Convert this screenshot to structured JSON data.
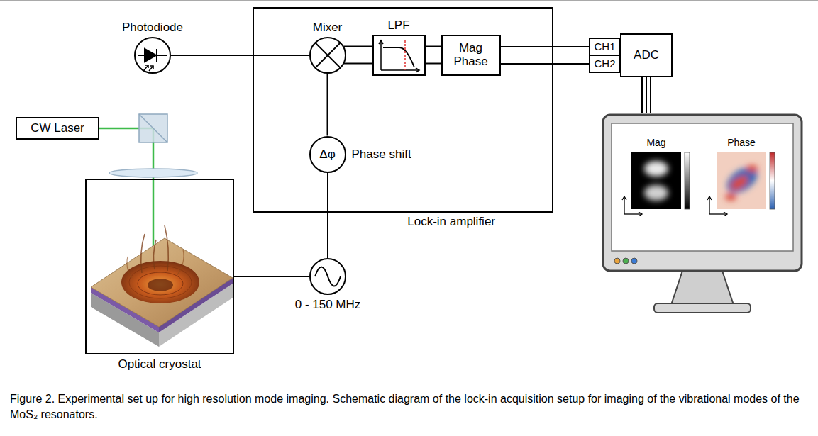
{
  "diagram": {
    "caption": "Figure 2. Experimental set up for high resolution mode imaging. Schematic diagram of the lock-in acquisition setup for imaging of the vibrational modes of the MoS₂ resonators.",
    "nodes": [
      {
        "text": [
          "Photodiode"
        ]
      },
      {
        "text": [
          "CW Laser"
        ]
      },
      {
        "text": [
          "Lock-in amplifier"
        ]
      },
      {
        "text": [
          "Mixer"
        ],
        "in": 2
      },
      {
        "text": [
          "LPF"
        ],
        "in": 2
      },
      {
        "text": [
          "Mag Phase"
        ],
        "in": 2
      },
      {
        "text": [
          "Δφ",
          "Phase shift"
        ],
        "in": 2
      },
      {
        "text": [
          "Optical cryostat"
        ]
      },
      {
        "text": [
          "0 - 150 MHz"
        ]
      },
      {
        "text": [
          "CH1"
        ]
      },
      {
        "text": [
          "CH2"
        ]
      },
      {
        "text": [
          "ADC"
        ]
      },
      {
        "text": [
          "Mag",
          "Phase"
        ]
      }
    ],
    "edges": [
      {
        "from": 0,
        "to": 3,
        "arrow": "none"
      },
      {
        "from": 3,
        "to": 4,
        "arrow": "none"
      },
      {
        "from": 3,
        "to": 4,
        "arrow": "none"
      },
      {
        "from": 4,
        "to": 5,
        "arrow": "none"
      },
      {
        "from": 4,
        "to": 5,
        "arrow": "none"
      },
      {
        "from": 5,
        "to": 9,
        "arrow": "none"
      },
      {
        "from": 5,
        "to": 10,
        "arrow": "none"
      },
      {
        "from": 6,
        "to": 3,
        "arrow": "none"
      },
      {
        "from": 8,
        "to": 6,
        "arrow": "none"
      },
      {
        "from": 7,
        "to": 8,
        "arrow": "none"
      },
      {
        "from": 11,
        "to": 12,
        "arrow": "none"
      }
    ]
  }
}
